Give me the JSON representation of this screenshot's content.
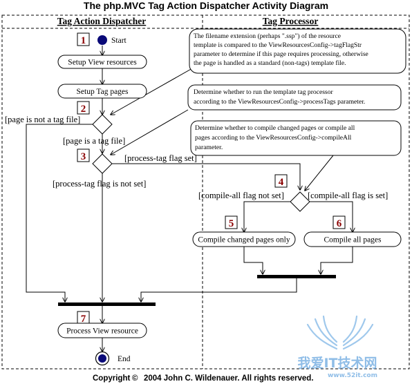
{
  "title": "The php.MVC Tag Action Dispatcher Activity Diagram",
  "lanes": {
    "left": "Tag Action Dispatcher",
    "right": "Tag Processor"
  },
  "steps": [
    "1",
    "2",
    "3",
    "4",
    "5",
    "6",
    "7"
  ],
  "start_label": "Start",
  "end_label": "End",
  "activities": {
    "setup_view": "Setup View resources",
    "setup_tag": "Setup Tag pages",
    "compile_changed": "Compile changed pages only",
    "compile_all": "Compile all pages",
    "process_view": "Process View resource"
  },
  "guards": {
    "not_tag_file": "[page is not a tag file]",
    "is_tag_file": "[page is a tag file]",
    "process_tag_set": "[process-tag flag set]",
    "process_tag_not_set": "[process-tag flag is not set]",
    "compile_all_not_set": "[compile-all flag not set]",
    "compile_all_set": "[compile-all flag is set]"
  },
  "notes": {
    "note1": [
      "The filename extension (perhaps \".ssp\") of the resource",
      "template is compared to the ViewResourcesConfig->tagFlagStr",
      "parameter to determine if this page requires processing, otherwise",
      "the page is handled as a standard (non-tags) template file."
    ],
    "note2": [
      "Determine whether to run the template tag processor",
      "according to the ViewResourcesConfig->processTags parameter."
    ],
    "note3": [
      "Determine whether to compile changed pages or compile all",
      "pages according to the ViewResourcesConfig->compileAll",
      " parameter."
    ]
  },
  "copyright": {
    "prefix": "Copyright",
    "symbol": "©",
    "text": "2004 John C. Wildenauer.  All rights reserved."
  },
  "watermark": {
    "text": "我爱IT技术网",
    "url": "www.52it.com",
    "color": "#6aa8e0"
  }
}
